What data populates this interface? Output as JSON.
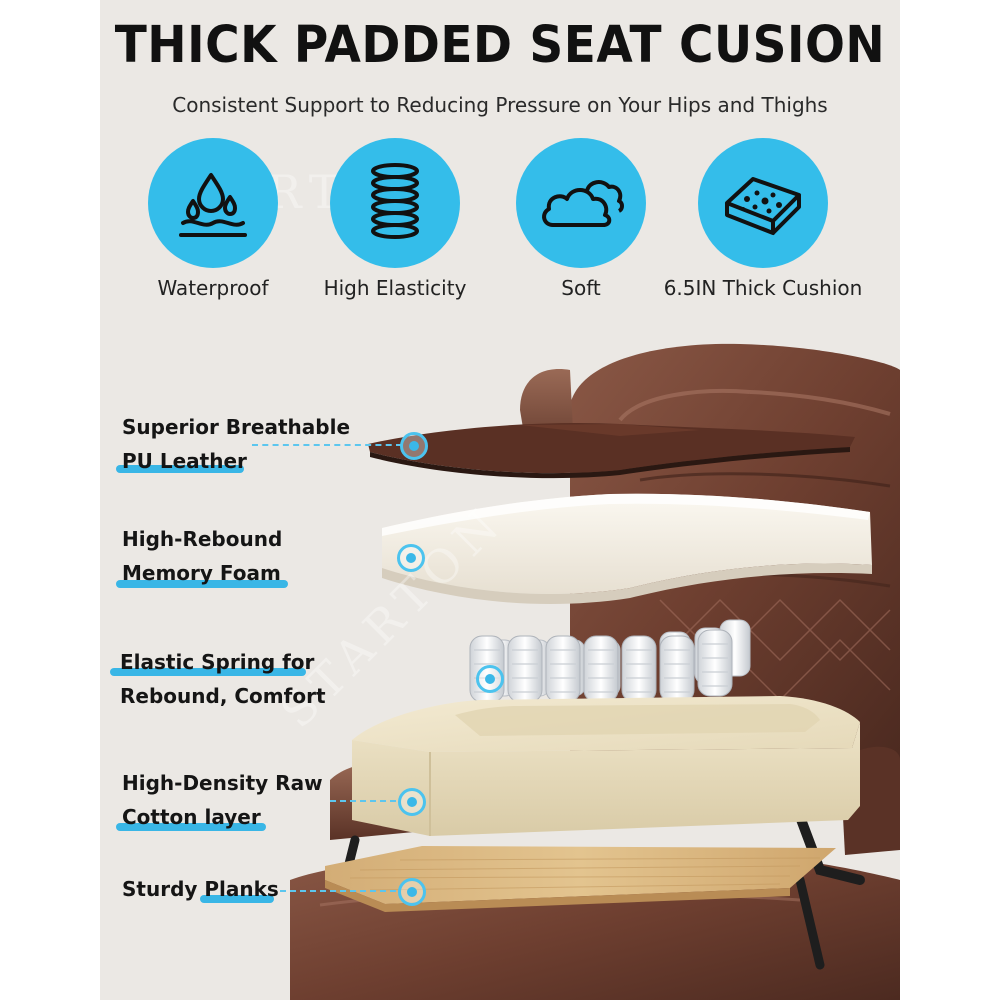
{
  "header": {
    "title": "THICK PADDED SEAT CUSION",
    "subtitle": "Consistent Support to Reducing Pressure on Your Hips and Thighs"
  },
  "features": [
    {
      "label": "Waterproof",
      "icon": "water-drops-icon"
    },
    {
      "label": "High Elasticity",
      "icon": "spring-coil-icon"
    },
    {
      "label": "Soft",
      "icon": "cloud-icon"
    },
    {
      "label": "6.5IN Thick Cushion",
      "icon": "foam-cushion-icon"
    }
  ],
  "layers": [
    {
      "line1": "Superior Breathable",
      "line2": "PU Leather"
    },
    {
      "line1": "High-Rebound",
      "line2": "Memory Foam"
    },
    {
      "line1": "Elastic Spring for",
      "line2": "Rebound, Comfort"
    },
    {
      "line1": "High-Density Raw",
      "line2": "Cotton layer"
    },
    {
      "line1": "Sturdy Planks",
      "line2": ""
    }
  ],
  "watermark": "STARTON",
  "colors": {
    "accent": "#34bdea",
    "panel": "#ebe8e4",
    "leather": "#6b3a2c",
    "foam": "#f2ede2",
    "cotton": "#ece2c6",
    "plank": "#d9b57f"
  }
}
